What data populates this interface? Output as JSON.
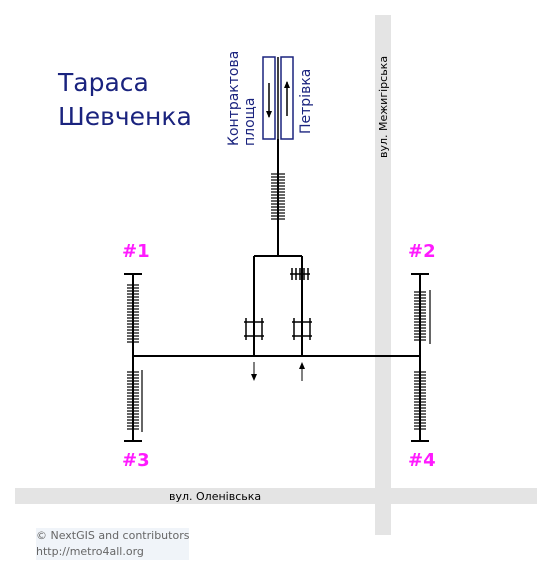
{
  "station": {
    "line1": "Тараса",
    "line2": "Шевченка"
  },
  "streets": {
    "vertical": "вул. Межигірська",
    "horizontal": "вул. Оленівська"
  },
  "platforms": {
    "left": {
      "line1": "Контрактова",
      "line2": "площа"
    },
    "right": "Петрівка"
  },
  "exits": {
    "e1": "#1",
    "e2": "#2",
    "e3": "#3",
    "e4": "#4"
  },
  "credits": {
    "line1": "© NextGIS and contributors",
    "line2": "http://metro4all.org"
  },
  "colors": {
    "street": "#e4e4e4",
    "platform": "#1a237e",
    "exit_label": "#ff1aff",
    "path": "#000000"
  }
}
